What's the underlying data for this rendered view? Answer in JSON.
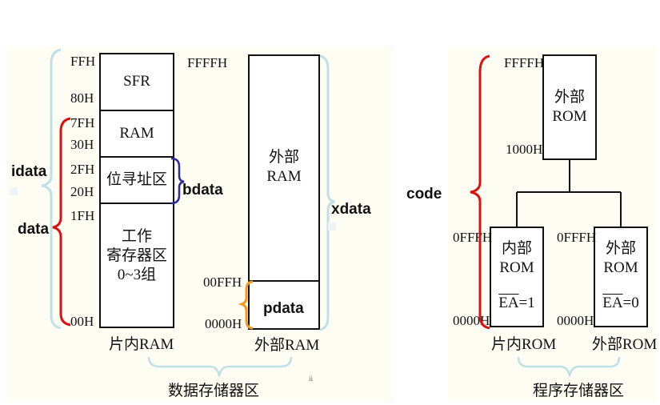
{
  "data_memory": {
    "caption": "数据存储器区",
    "internal": {
      "caption": "片内RAM",
      "sfr": {
        "label": "SFR",
        "addr_top": "FFH",
        "addr_bottom": "80H"
      },
      "ram": {
        "label": "RAM",
        "addr_top": "7FH",
        "addr_bottom": "30H"
      },
      "bit": {
        "label": "位寻址区",
        "addr_top": "2FH",
        "addr_bottom": "20H"
      },
      "work": {
        "label_line1": "工作",
        "label_line2": "寄存器区",
        "label_line3": "0~3组",
        "addr_top": "1FH",
        "addr_bottom": "00H"
      }
    },
    "external": {
      "caption": "外部RAM",
      "label_line1": "外部",
      "label_line2": "RAM",
      "addr_top": "FFFFH",
      "addr_page_top": "00FFH",
      "addr_bottom": "0000H"
    },
    "labels": {
      "idata": "idata",
      "data": "data",
      "bdata": "bdata",
      "xdata": "xdata",
      "pdata": "pdata"
    },
    "stray_mark": "ii"
  },
  "program_memory": {
    "caption": "程序存储器区",
    "code_label": "code",
    "external_top": {
      "label_line1": "外部",
      "label_line2": "ROM",
      "addr_top": "FFFFH",
      "addr_bottom": "1000H"
    },
    "internal": {
      "label_line1": "内部",
      "label_line2": "ROM",
      "ea": "EA",
      "ea_value": "=1",
      "addr_top": "0FFFH",
      "addr_bottom": "0000H",
      "caption": "片内ROM"
    },
    "external": {
      "label_line1": "外部",
      "label_line2": "ROM",
      "ea": "EA",
      "ea_value": "=0",
      "addr_top": "0FFFH",
      "addr_bottom": "0000H",
      "caption": "外部ROM"
    }
  },
  "colors": {
    "red_brace": "#dd1111",
    "blue_brace": "#2b2b9a",
    "orange_brace": "#f39a1a",
    "light_brace": "#bfe0e6",
    "line": "#111111",
    "panel_bg": "#fdfdf3"
  }
}
